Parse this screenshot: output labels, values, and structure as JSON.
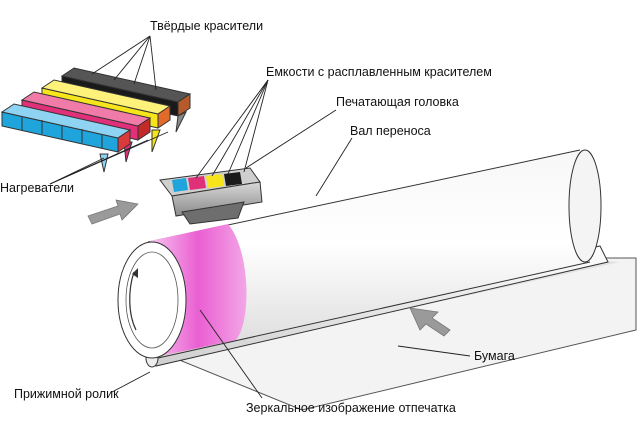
{
  "labels": {
    "solid_inks": "Твёрдые красители",
    "molten_reservoirs": "Емкости с расплавленным красителем",
    "print_head": "Печатающая головка",
    "transfer_drum": "Вал переноса",
    "heaters": "Нагреватели",
    "paper": "Бумага",
    "pressure_roller": "Прижимной ролик",
    "mirror_image": "Зеркальное изображение отпечатка"
  },
  "colors": {
    "cyan": "#1fa4dc",
    "magenta": "#e0307a",
    "yellow": "#f6e51a",
    "black": "#1a1a1a",
    "image_pink": "#ee6fd6",
    "arrow_gray": "#9a9a9a"
  },
  "icons": {
    "motion_arrow": "thick-right-arrow"
  }
}
